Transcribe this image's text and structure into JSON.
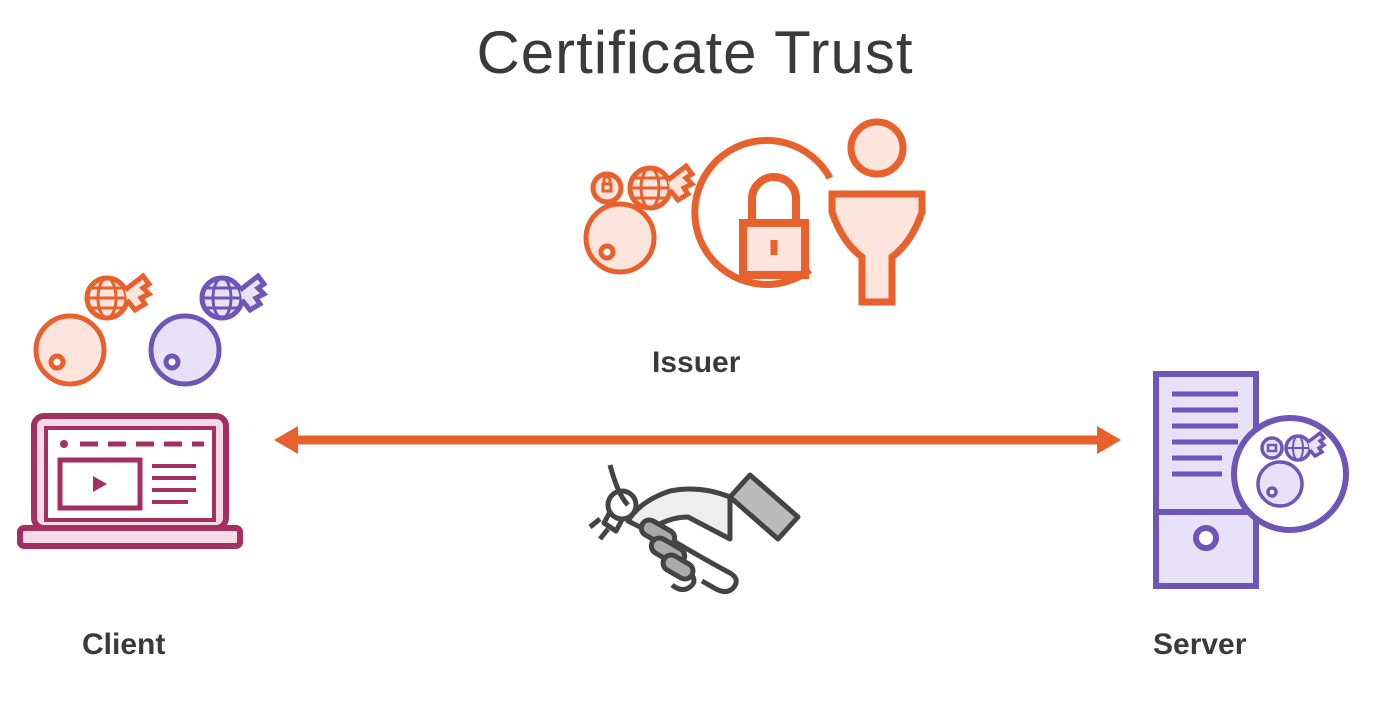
{
  "title": "Certificate Trust",
  "nodes": {
    "issuer": {
      "label": "Issuer",
      "icon": "certificate-authority-icon"
    },
    "client": {
      "label": "Client",
      "icon": "laptop-icon"
    },
    "server": {
      "label": "Server",
      "icon": "server-icon"
    }
  },
  "connection": {
    "type": "bidirectional-arrow",
    "icon": "handshake-icon"
  },
  "colors": {
    "orange": "#e8602c",
    "orange_light": "#fde4dc",
    "purple": "#6e56b8",
    "purple_light": "#e8e2f8",
    "maroon": "#a33060",
    "maroon_light": "#f6dbe6",
    "gray": "#555555"
  }
}
